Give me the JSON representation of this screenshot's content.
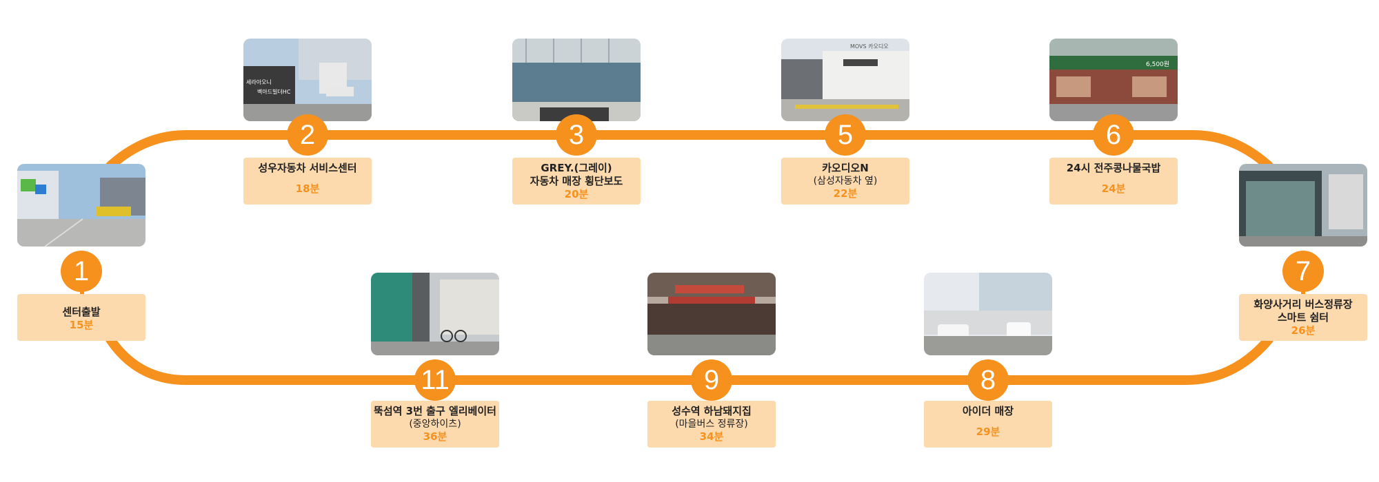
{
  "colors": {
    "route": "#F6911E",
    "label_bg": "#FDD9AE",
    "badge_text": "#FFFFFF"
  },
  "stops": [
    {
      "num": "1",
      "name": "센터출발",
      "time": "15분"
    },
    {
      "num": "2",
      "name": "성우자동차 서비스센터",
      "time": "18분"
    },
    {
      "num": "3",
      "name": "GREY.(그레이)",
      "name2": "자동차 매장 횡단보도",
      "time": "20분"
    },
    {
      "num": "5",
      "name": "카오디오N",
      "sub": "(삼성자동차 옆)",
      "time": "22분"
    },
    {
      "num": "6",
      "name": "24시 전주콩나물국밥",
      "time": "24분"
    },
    {
      "num": "7",
      "name": "화양사거리 버스정류장",
      "name2": "스마트 쉼터",
      "time": "26분"
    },
    {
      "num": "8",
      "name": "아이더 매장",
      "time": "29분"
    },
    {
      "num": "9",
      "name": "성수역 하남돼지집",
      "sub": "(마을버스 정류장)",
      "time": "34분"
    },
    {
      "num": "11",
      "name": "뚝섬역 3번 출구 엘리베이터",
      "sub": "(중앙하이츠)",
      "time": "36분"
    }
  ],
  "photo_text": {
    "p2_a": "세라아오니",
    "p2_b": "벡아드빌더HC",
    "p5_sign": "MOVS 카오디오",
    "p6_price": "6,500원"
  }
}
